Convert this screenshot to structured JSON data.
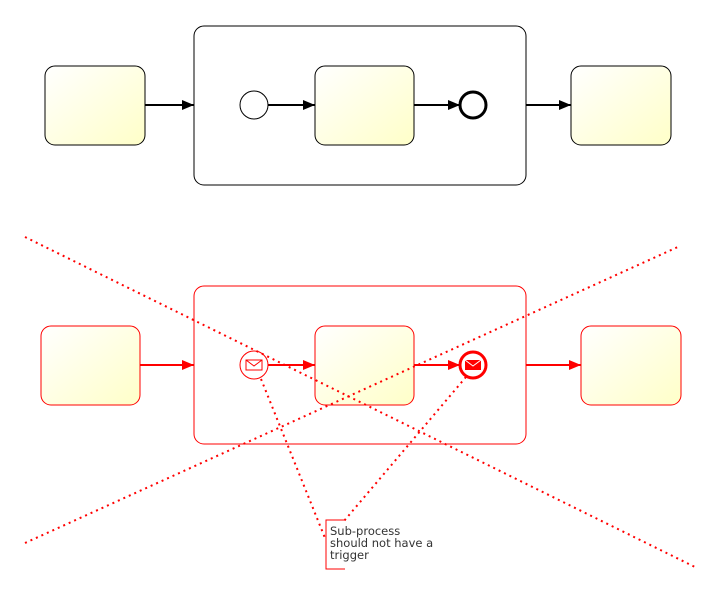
{
  "diagram": {
    "annotation": {
      "lines": [
        "Sub-process",
        "should not have a",
        "trigger"
      ]
    },
    "colors": {
      "valid_stroke": "#000000",
      "error_stroke": "#ff0000",
      "task_fill_start": "#ffffff",
      "task_fill_end": "#ffffc8"
    }
  }
}
